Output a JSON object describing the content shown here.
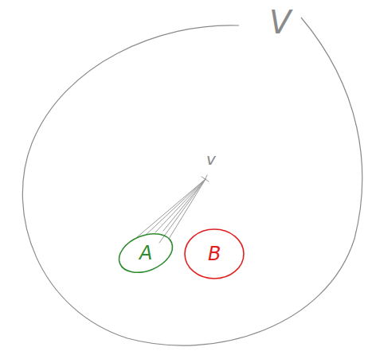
{
  "diagram": {
    "nodes": [
      {
        "text": [
          "V"
        ]
      },
      {
        "text": [
          "A"
        ],
        "in": 0
      },
      {
        "text": [
          "B"
        ],
        "in": 0
      }
    ],
    "labels": [
      "v"
    ]
  }
}
